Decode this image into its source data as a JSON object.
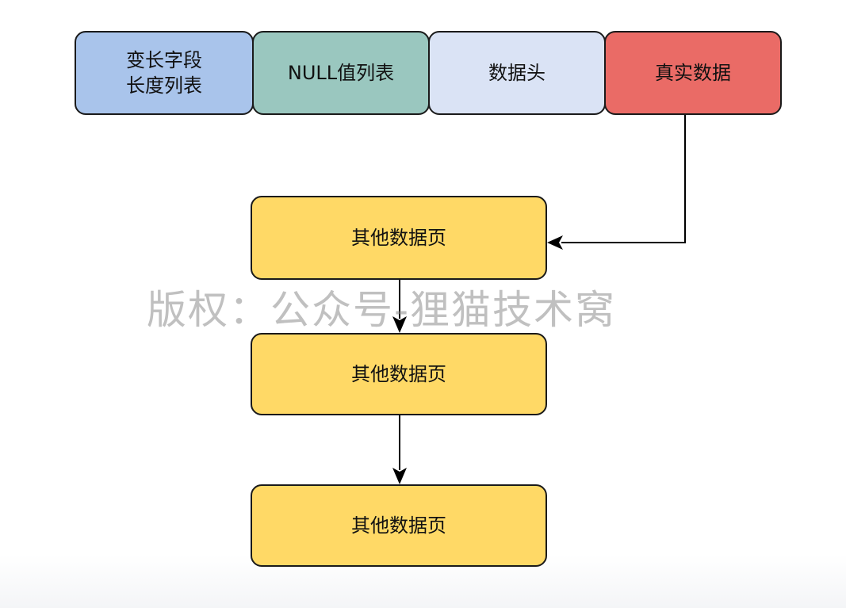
{
  "record_row": [
    {
      "name": "varlen-field-list",
      "label": "变长字段\n长度列表",
      "color": "#a9c4eb"
    },
    {
      "name": "null-value-list",
      "label": "NULL值列表",
      "color": "#9ac7bf"
    },
    {
      "name": "record-header",
      "label": "数据头",
      "color": "#dae3f5"
    },
    {
      "name": "real-data",
      "label": "真实数据",
      "color": "#ea6b66"
    }
  ],
  "overflow_pages": [
    {
      "label": "其他数据页",
      "color": "#ffd966"
    },
    {
      "label": "其他数据页",
      "color": "#ffd966"
    },
    {
      "label": "其他数据页",
      "color": "#ffd966"
    }
  ],
  "watermark": "版权：公众号-狸猫技术窝",
  "colors": {
    "stroke": "#1a1a1a",
    "arrow": "#000000"
  }
}
